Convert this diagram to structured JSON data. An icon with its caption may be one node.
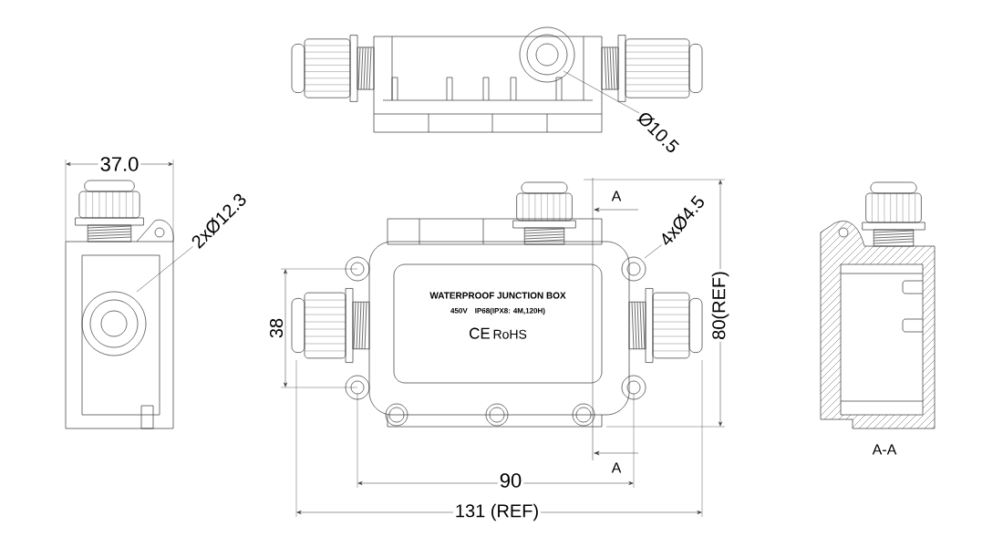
{
  "diagram": {
    "nodes": [
      {
        "text": [
          "WATERPROOF   JUNCTION BOX",
          "450V",
          "IP68(IPX8: 4M,120H)",
          "CE",
          "RoHS"
        ]
      },
      {
        "text": [
          "Ø10.5"
        ]
      },
      {
        "text": [
          "2xØ12.3"
        ]
      },
      {
        "text": [
          "4xØ4.5"
        ]
      }
    ],
    "edges": [
      {
        "from": 1,
        "to": null,
        "arrow": "none"
      },
      {
        "from": 2,
        "to": null,
        "arrow": "none"
      },
      {
        "from": 3,
        "to": null,
        "arrow": "none"
      }
    ],
    "labels": [
      "37.0",
      "A",
      "38",
      "80(REF)",
      "A",
      "90",
      "131 (REF)",
      "A-A"
    ]
  }
}
